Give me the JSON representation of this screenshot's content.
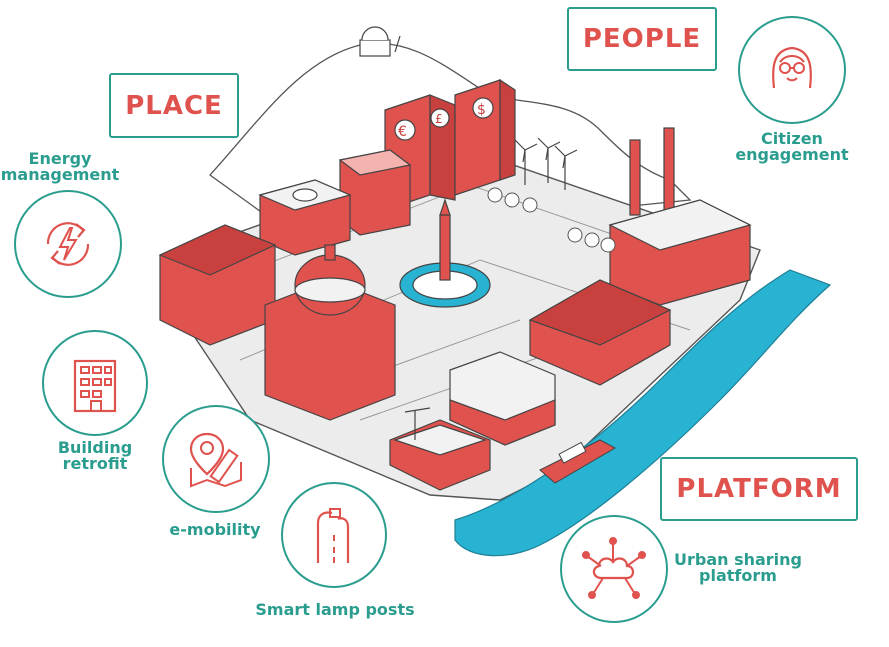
{
  "sections": {
    "place": "PLACE",
    "people": "PEOPLE",
    "platform": "PLATFORM"
  },
  "features": {
    "energy_management": [
      "Energy",
      "management"
    ],
    "building_retrofit": [
      "Building",
      "retrofit"
    ],
    "e_mobility": "e-mobility",
    "smart_lamp_posts": "Smart lamp posts",
    "citizen_engagement": [
      "Citizen",
      "engagement"
    ],
    "urban_sharing_platform": [
      "Urban sharing",
      "platform"
    ]
  },
  "building_signs": {
    "euro": "€",
    "pound": "£",
    "dollar": "$"
  },
  "colors": {
    "accent_teal": "#2a9d8f",
    "accent_red": "#e0524e",
    "river": "#27b3d1"
  },
  "icons": [
    "energy-cycle-icon",
    "building-icon",
    "map-pin-icon",
    "lamp-post-icon",
    "woman-avatar-icon",
    "cloud-network-icon"
  ]
}
